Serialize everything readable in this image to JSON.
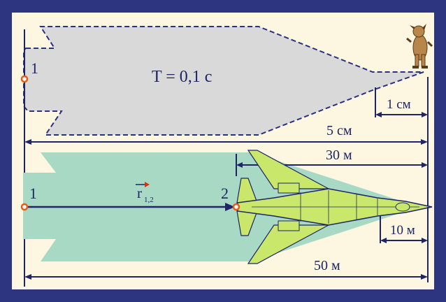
{
  "frame": {
    "border_color": "#2e3580",
    "panel_color": "#fdf6e0"
  },
  "top_scene": {
    "point_label": "1",
    "time_label": "T = 0,1 с",
    "small_scale_label": "1 см",
    "length_label": "5 см",
    "shape_fill": "#d9d9d9",
    "character_icon": "dog-character-icon"
  },
  "bottom_scene": {
    "start_point_label": "1",
    "end_point_label": "2",
    "vector_label": "r",
    "vector_subscript": "1,2",
    "wingspan_label": "30 м",
    "small_scale_label": "10 м",
    "length_label": "50 м",
    "trail_fill": "#a8d9c4",
    "plane_fill": "#c9e86b",
    "plane_icon": "jet-aircraft-icon"
  },
  "colors": {
    "line": "#1e2466",
    "dashed": "#2a3180",
    "point": "#e85a1a",
    "vector_arrow_head": "#e03010"
  }
}
